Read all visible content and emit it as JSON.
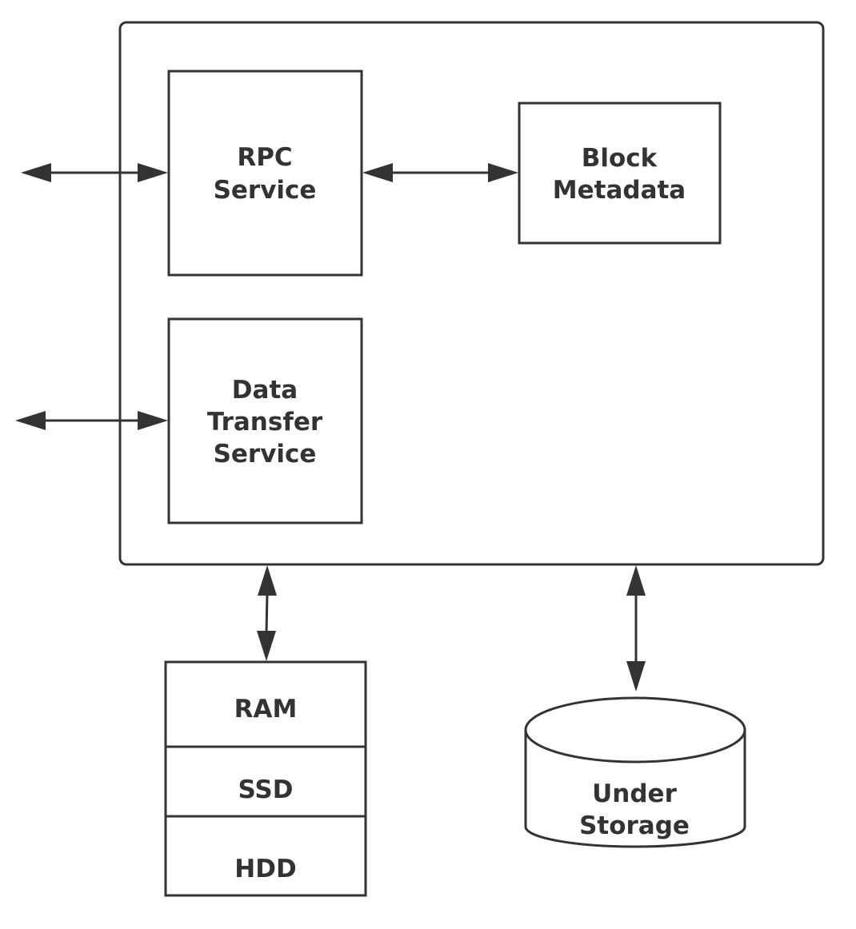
{
  "components": {
    "rpc_service": {
      "lines": [
        "RPC",
        "Service"
      ]
    },
    "block_metadata": {
      "lines": [
        "Block",
        "Metadata"
      ]
    },
    "data_transfer_service": {
      "lines": [
        "Data",
        "Transfer",
        "Service"
      ]
    }
  },
  "tiered_storage": {
    "tiers": [
      "RAM",
      "SSD",
      "HDD"
    ]
  },
  "under_storage": {
    "lines": [
      "Under",
      "Storage"
    ]
  },
  "colors": {
    "stroke": "#333333",
    "background": "#ffffff"
  }
}
